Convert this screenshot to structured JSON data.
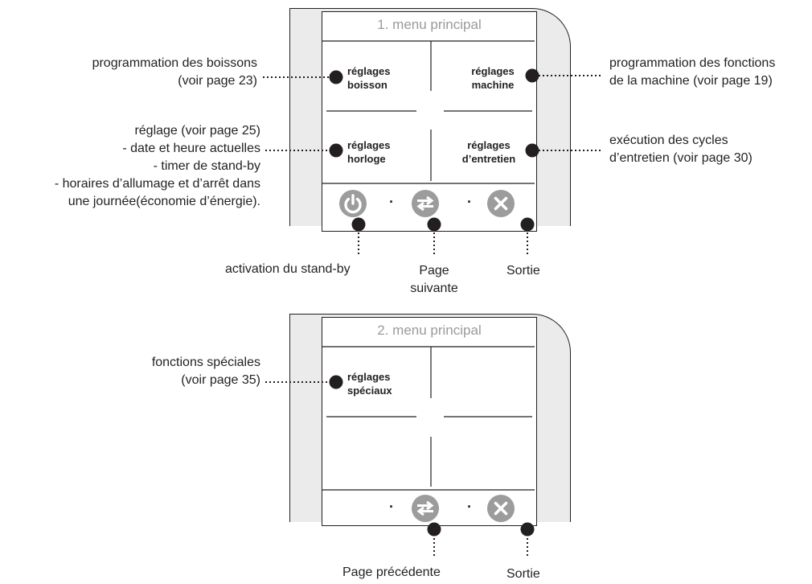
{
  "menu1": {
    "title": "1. menu principal",
    "buttons": {
      "boisson": [
        "réglages",
        "boisson"
      ],
      "machine": [
        "réglages",
        "machine"
      ],
      "horloge": [
        "réglages",
        "horloge"
      ],
      "entretien": [
        "réglages",
        "d’entretien"
      ]
    },
    "icons": [
      "power-icon",
      "next-page-icon",
      "close-icon"
    ]
  },
  "menu2": {
    "title": "2. menu principal",
    "buttons": {
      "speciaux": [
        "réglages",
        "spéciaux"
      ]
    },
    "icons": [
      "previous-page-icon",
      "close-icon"
    ]
  },
  "annotations": {
    "boissons": [
      "programmation des boissons",
      "(voir page 23)"
    ],
    "machine": [
      "programmation des fonctions",
      "de la machine (voir page 19)"
    ],
    "horloge": [
      "réglage (voir page 25)",
      "- date et heure actuelles",
      "- timer de stand-by",
      "- horaires d’allumage et d’arrêt dans",
      "une journée(économie d’énergie)."
    ],
    "entretien": [
      "exécution des cycles",
      "d’entretien (voir page 30)"
    ],
    "standby": "activation du stand-by",
    "page_suivante": [
      "Page",
      "suivante"
    ],
    "sortie1": "Sortie",
    "speciales": [
      "fonctions spéciales",
      "(voir page 35)"
    ],
    "page_precedente": "Page précédente",
    "sortie2": "Sortie"
  }
}
